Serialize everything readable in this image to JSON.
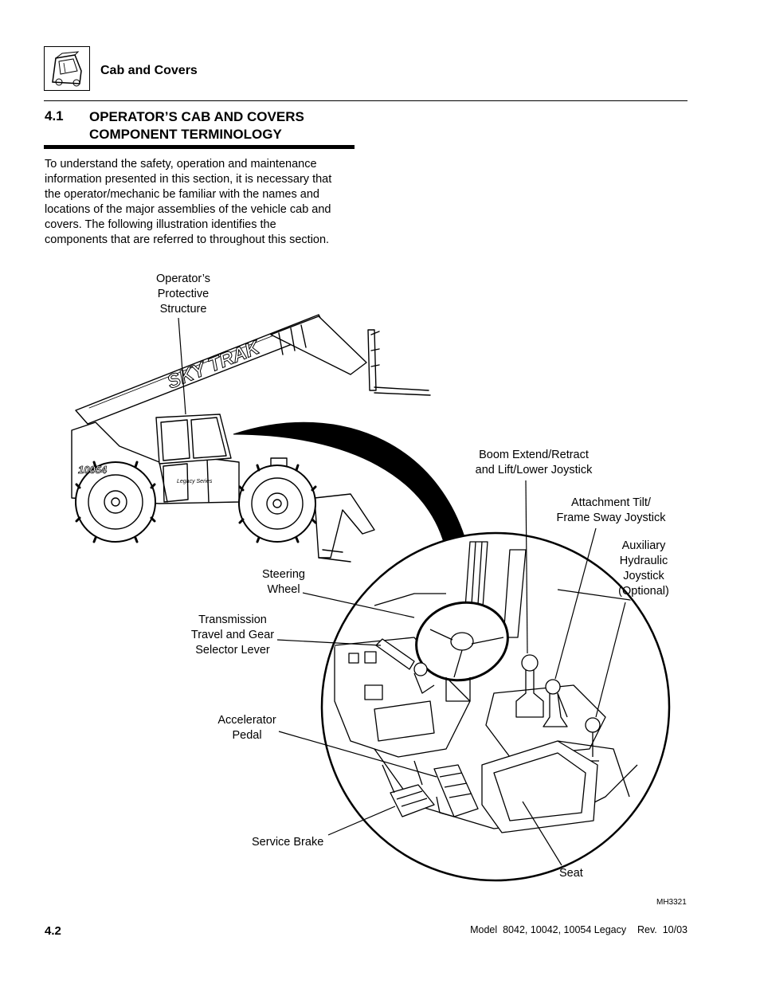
{
  "header": {
    "section_title": "Cab and Covers",
    "icon": "cab-icon"
  },
  "section": {
    "number": "4.1",
    "title_line1": "OPERATOR’S CAB AND COVERS",
    "title_line2": "COMPONENT TERMINOLOGY"
  },
  "intro": [
    "To understand the safety, operation and maintenance",
    "information presented in this section, it is necessary that",
    "the operator/mechanic be familiar with the names and",
    "locations of the major assemblies of the vehicle cab and",
    "covers. The following illustration identifies the",
    "components that are referred to throughout this section."
  ],
  "figure": {
    "brand_text": "SKY TRAK",
    "model_text": "10054",
    "series_text": "Legacy Series",
    "labels": {
      "ops": [
        "Operator’s",
        "Protective",
        "Structure"
      ],
      "boom": [
        "Boom Extend/Retract",
        "and Lift/Lower Joystick"
      ],
      "attach": [
        "Attachment Tilt/",
        "Frame Sway Joystick"
      ],
      "aux": [
        "Auxiliary",
        "Hydraulic",
        "Joystick",
        "(Optional)"
      ],
      "steer": [
        "Steering",
        "Wheel"
      ],
      "trans": [
        "Transmission",
        "Travel and Gear",
        "Selector Lever"
      ],
      "accel": [
        "Accelerator",
        "Pedal"
      ],
      "brake": [
        "Service Brake"
      ],
      "seat": [
        "Seat"
      ]
    },
    "code": "MH3321"
  },
  "footer": {
    "page_number": "4.2",
    "model": "Model  8042, 10042, 10054 Legacy    Rev.  10/03"
  }
}
